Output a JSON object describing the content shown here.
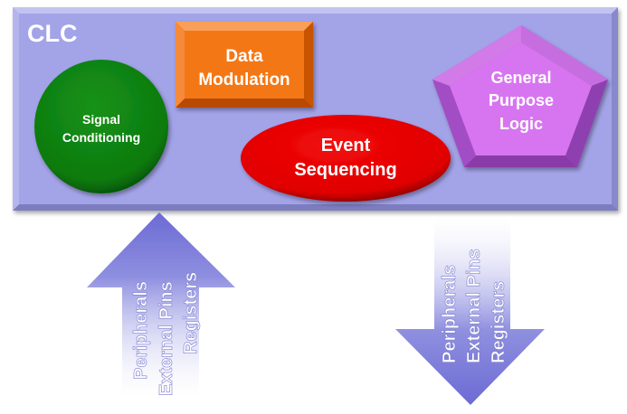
{
  "container": {
    "title": "CLC",
    "color": "#a3a3e8"
  },
  "blocks": [
    {
      "id": "signal-conditioning",
      "shape": "circle",
      "lines": [
        "Signal",
        "Conditioning"
      ],
      "color": "#0f7f10"
    },
    {
      "id": "data-modulation",
      "shape": "bevel-rectangle",
      "lines": [
        "Data",
        "Modulation"
      ],
      "color": "#f26b0a"
    },
    {
      "id": "event-sequencing",
      "shape": "ellipse",
      "lines": [
        "Event",
        "Sequencing"
      ],
      "color": "#e30000"
    },
    {
      "id": "general-purpose-logic",
      "shape": "pentagon",
      "lines": [
        "General",
        "Purpose",
        "Logic"
      ],
      "color": "#d775f0"
    }
  ],
  "arrows": [
    {
      "direction": "up",
      "labels": [
        "Peripherals",
        "External Pins",
        "Registers"
      ],
      "color": "#7070d8"
    },
    {
      "direction": "down",
      "labels": [
        "Peripherals",
        "External Pins",
        "Registers"
      ],
      "color": "#7070d8"
    }
  ]
}
